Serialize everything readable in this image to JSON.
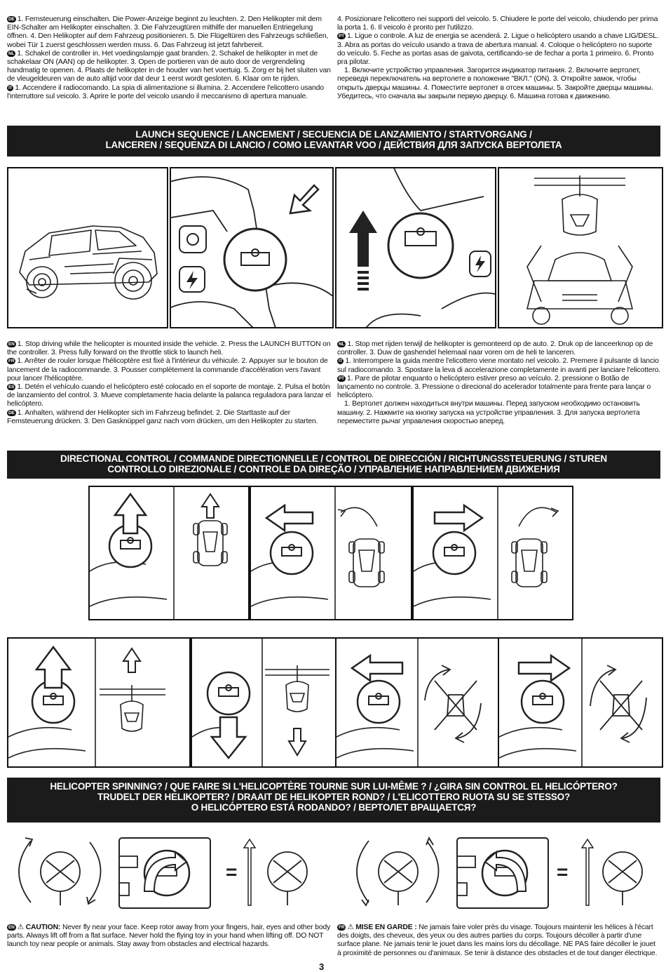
{
  "top_left": [
    {
      "code": "DE",
      "text": "1. Fernsteuerung einschalten. Die Power-Anzeige beginnt zu leuchten. 2. Den Helikopter mit dem EIN-Schalter am Helikopter einschalten. 3. Die Fahrzeugtüren mithilfe der manuellen Entriegelung öffnen. 4. Den Helikopter auf dem Fahrzeug positionieren. 5. Die Flügeltüren des Fahrzeugs schließen, wobei Tür 1 zuerst geschlossen werden muss. 6. Das Fahrzeug ist jetzt fahrbereit."
    },
    {
      "code": "NL",
      "text": "1. Schakel de controller in. Het voedingslampje gaat branden. 2. Schakel de helikopter in met de schakelaar ON (AAN) op de helikopter. 3. Open de portieren van de auto door de vergrendeling handmatig te openen. 4. Plaats de helikopter in de houder van het voertuig. 5. Zorg er bij het sluiten van de vleugeldeuren van de auto altijd voor dat deur 1 eerst wordt gesloten. 6. Klaar om te rijden."
    },
    {
      "code": "IT",
      "text": "1. Accendere il radiocomando. La spia di alimentazione si illumina. 2. Accendere l'elicottero usando l'interruttore sul veicolo. 3. Aprire le porte del veicolo usando il meccanismo di apertura manuale."
    }
  ],
  "top_right": [
    {
      "code": "",
      "text": "4. Posizionare l'elicottero nei supporti del veicolo. 5. Chiudere le porte del veicolo, chiudendo per prima la porta 1. 6. Il veicolo è pronto per l'utilizzo."
    },
    {
      "code": "PT",
      "text": "1. Ligue o controle. A luz de energia se acenderá. 2. Ligue o helicóptero usando a chave LIG/DESL. 3. Abra as portas do veículo usando a trava de abertura manual. 4. Coloque o helicóptero no suporte do veículo. 5. Feche as portas asas de gaivota, certificando-se de fechar a porta 1 primeiro. 6. Pronto pra pilotar."
    },
    {
      "code": "",
      "text": "1. Включите устройство управления. Загорится индикатор питания. 2. Включите вертолет, переведя переключатель на вертолете в положение \"ВКЛ.\" (ON). 3. Откройте замок, чтобы открыть дверцы машины. 4. Поместите вертолет в отсек машины. 5. Закройте дверцы машины. Убедитесь, что сначала вы закрыли первую дверцу. 6. Машина готова к движению."
    }
  ],
  "band_launch": [
    "LAUNCH SEQUENCE / LANCEMENT / SECUENCIA DE LANZAMIENTO / STARTVORGANG /",
    "LANCEREN / SEQUENZA DI LANCIO / COMO LEVANTAR VOO / ДЕЙСТВИЯ ДЛЯ ЗАПУСКА ВЕРТОЛЕТА"
  ],
  "mid_left": [
    {
      "code": "EN",
      "text": "1. Stop driving while the helicopter is mounted inside the vehicle. 2. Press the LAUNCH BUTTON on the controller. 3. Press fully forward on the throttle stick to launch heli."
    },
    {
      "code": "FR",
      "text": "1. Arrêter de rouler lorsque l'hélicoptère est fixé à l'intérieur du véhicule. 2. Appuyer sur le bouton de lancement de la radiocommande. 3. Pousser complètement la commande d'accélération vers l'avant pour lancer l'hélicoptère."
    },
    {
      "code": "ES",
      "text": "1. Detén el vehículo cuando el helicóptero esté colocado en el soporte de montaje. 2. Pulsa el botón de lanzamiento del control. 3. Mueve completamente hacia delante la palanca reguladora para lanzar el helicóptero."
    },
    {
      "code": "DE",
      "text": "1. Anhalten, während der Helikopter sich im Fahrzeug befindet. 2. Die Starttaste auf der Fernsteuerung drücken. 3. Den Gasknüppel ganz nach vorn drücken, um den Helikopter zu starten."
    }
  ],
  "mid_right": [
    {
      "code": "NL",
      "text": "1. Stop met rijden terwijl de helikopter is gemonteerd op de auto. 2. Druk op de lanceerknop op de controller. 3. Duw de gashendel helemaal naar voren om de heli te lanceren."
    },
    {
      "code": "IT",
      "text": "1. Interrompere la guida mentre l'elicottero viene montato nel veicolo. 2. Premere il pulsante di lancio sul radiocomando. 3. Spostare la leva di accelerazione completamente in avanti per lanciare l'elicottero."
    },
    {
      "code": "PT",
      "text": "1. Pare de pilotar enquanto o helicóptero estiver preso ao veículo. 2. pressione o Botão de lançamento no controle. 3. Pressione o direcional do acelerador totalmente para frente para lançar o helicóptero."
    },
    {
      "code": "",
      "text": "1. Вертолет должен находиться внутри машины. Перед запуском необходимо остановить машину. 2. Нажмите на кнопку запуска на устройстве управления. 3. Для запуска вертолета переместите рычаг управления скоростью вперед."
    }
  ],
  "band_direction": [
    "DIRECTIONAL CONTROL / COMMANDE DIRECTIONNELLE / CONTROL DE DIRECCIÓN / RICHTUNGSSTEUERUNG / STUREN",
    "CONTROLLO DIREZIONALE / CONTROLE DA DIREÇÃO / УПРАВЛЕНИЕ НАПРАВЛЕНИЕМ ДВИЖЕНИЯ"
  ],
  "band_spin": [
    "HELICOPTER SPINNING? / QUE FAIRE SI L'HELICOPTÈRE TOURNE SUR LUI-MÊME ? / ¿GIRA SIN CONTROL EL HELICÓPTERO?",
    "TRUDELT DER HELIKOPTER? / DRAAIT DE HELIKOPTER ROND? / L'ELICOTTERO RUOTA SU SE STESSO?",
    "O HELICÓPTERO ESTÁ RODANDO? / ВЕРТОЛЕТ ВРАЩАЕТСЯ?"
  ],
  "equals": "=",
  "caution_en": {
    "code": "EN",
    "label": "CAUTION:",
    "text": " Never fly near your face. Keep rotor away from your fingers, hair, eyes and other body parts. Always lift off from a flat surface. Never hold the flying toy in your hand when lifting off. DO NOT launch toy near people or animals. Stay away from obstacles and electrical hazards."
  },
  "caution_fr": {
    "code": "FR",
    "label": "MISE EN GARDE :",
    "text": " Ne jamais faire voler près du visage. Toujours maintenir les hélices à l'écart des doigts, des cheveux, des yeux ou des autres parties du corps. Toujours décoller à partir d'une surface plane. Ne jamais tenir le jouet dans les mains lors du décollage. NE PAS faire décoller le jouet à proximité de personnes ou d'animaux. Se tenir à distance des obstacles et de tout danger électrique."
  },
  "page_number": "3"
}
